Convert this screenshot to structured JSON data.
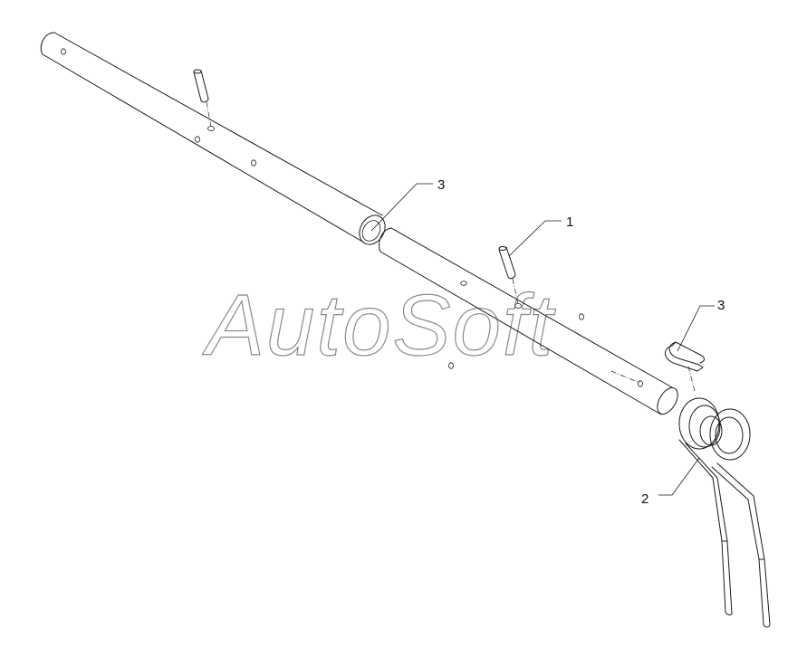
{
  "watermark": {
    "text": "AutoSoft"
  },
  "callouts": [
    {
      "id": "callout-3-top",
      "label": "3"
    },
    {
      "id": "callout-1",
      "label": "1"
    },
    {
      "id": "callout-3-right",
      "label": "3"
    },
    {
      "id": "callout-2",
      "label": "2"
    }
  ]
}
